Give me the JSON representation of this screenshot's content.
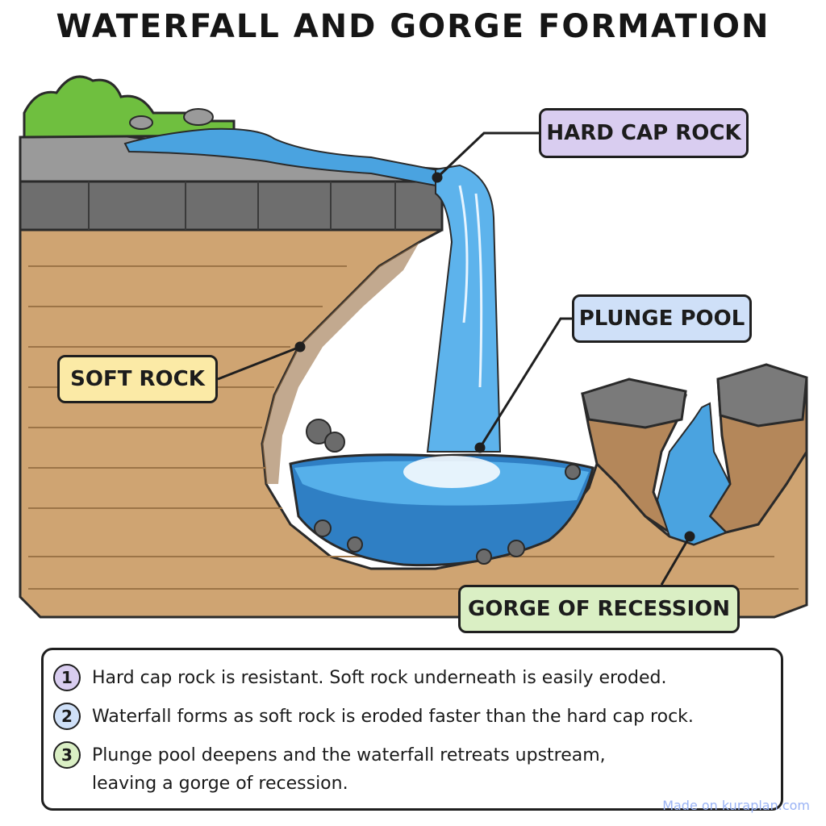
{
  "title": "WATERFALL AND GORGE FORMATION",
  "labels": {
    "hard_cap_rock": "HARD CAP ROCK",
    "plunge_pool": "PLUNGE POOL",
    "soft_rock": "SOFT ROCK",
    "gorge": "GORGE OF RECESSION"
  },
  "steps": [
    {
      "number": "1",
      "text": "Hard cap rock is resistant. Soft rock underneath is easily eroded.",
      "color": "#d9cdf0"
    },
    {
      "number": "2",
      "text": "Waterfall forms as soft rock is eroded faster than the hard cap rock.",
      "color": "#cfe0f8"
    },
    {
      "number": "3",
      "text": "Plunge pool deepens and the waterfall retreats upstream, leaving a gorge of recession.",
      "color": "#daefc4"
    }
  ],
  "watermark": "Made on kuraplan.com",
  "colors": {
    "cap_rock": "#8a8a8a",
    "soft_rock": "#cfa472",
    "water": "#4aa3e0",
    "grass": "#6fbf3f"
  }
}
